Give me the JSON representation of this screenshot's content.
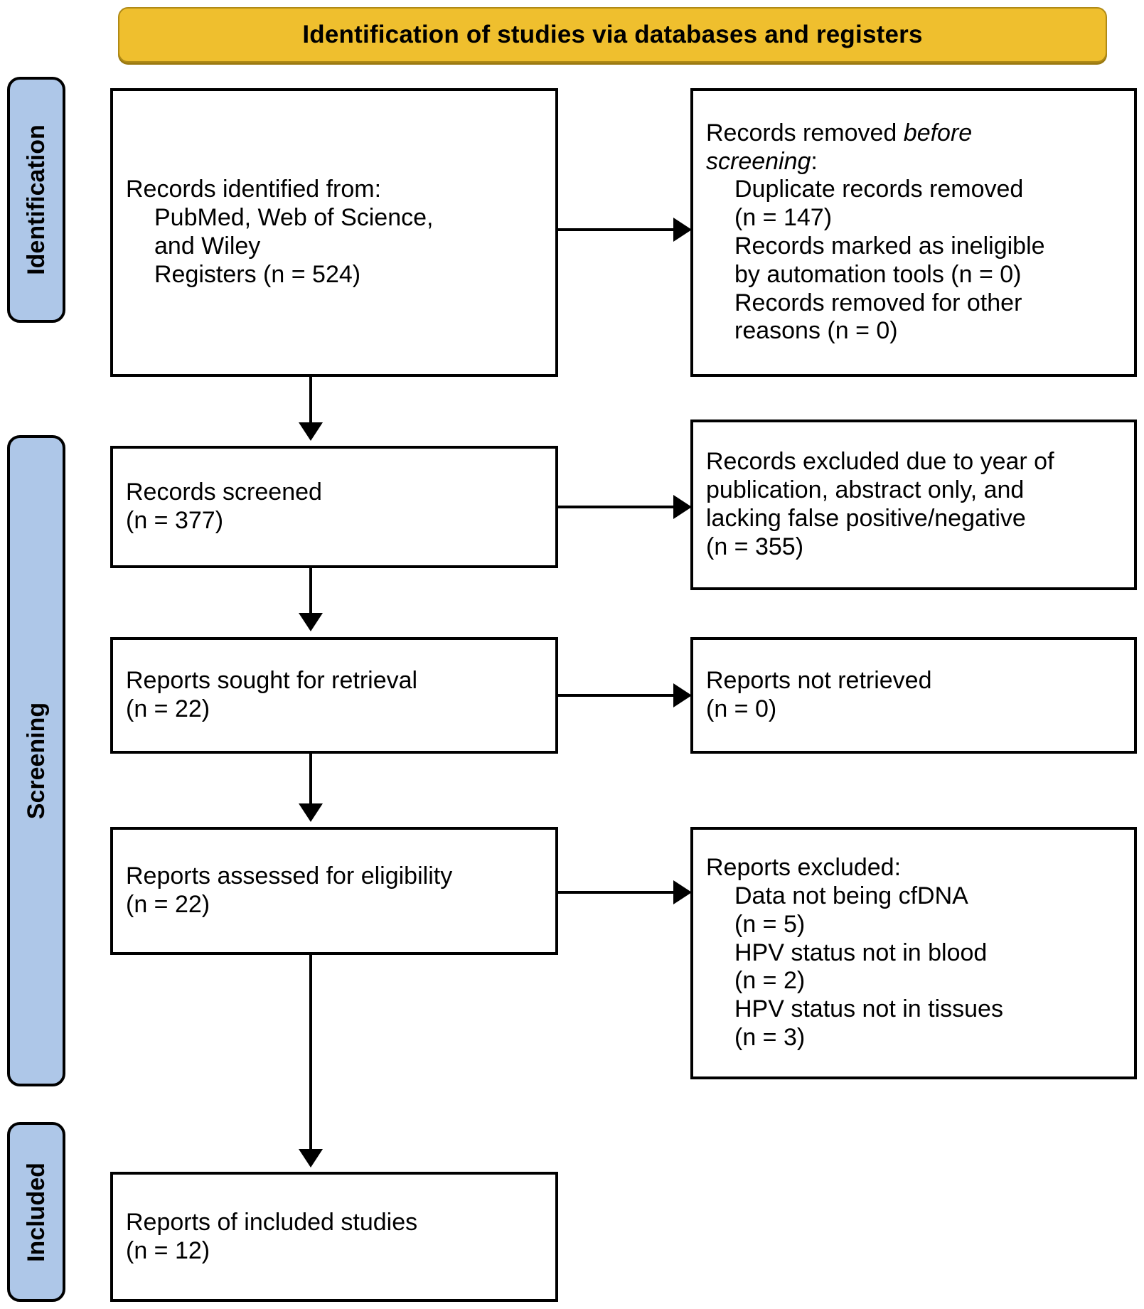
{
  "banner": {
    "title": "Identification of studies via databases and registers"
  },
  "stages": [
    {
      "id": "identification",
      "label": "Identification"
    },
    {
      "id": "screening",
      "label": "Screening"
    },
    {
      "id": "included",
      "label": "Included"
    }
  ],
  "nodes": {
    "records_identified": {
      "lines": [
        {
          "text": "Records identified from:",
          "indent": false
        },
        {
          "text": "PubMed, Web of Science,",
          "indent": true
        },
        {
          "text": "and Wiley",
          "indent": true
        },
        {
          "text": "Registers (n = 524)",
          "indent": true
        }
      ]
    },
    "records_removed": {
      "lines": [
        {
          "text": "Records removed before",
          "indent": false,
          "italic_from": "before"
        },
        {
          "text": "screening:",
          "indent": false,
          "italic_word": "screening"
        },
        {
          "text": "Duplicate records removed",
          "indent": true
        },
        {
          "text": "(n = 147)",
          "indent": true
        },
        {
          "text": "Records marked as ineligible",
          "indent": true
        },
        {
          "text": "by automation tools (n = 0)",
          "indent": true
        },
        {
          "text": "Records removed for other",
          "indent": true
        },
        {
          "text": "reasons (n = 0)",
          "indent": true
        }
      ]
    },
    "records_screened": {
      "lines": [
        {
          "text": "Records screened",
          "indent": false
        },
        {
          "text": "(n = 377)",
          "indent": false
        }
      ]
    },
    "records_excluded": {
      "lines": [
        {
          "text": "Records excluded due to year of",
          "indent": false
        },
        {
          "text": "publication, abstract only, and",
          "indent": false
        },
        {
          "text": "lacking false positive/negative",
          "indent": false
        },
        {
          "text": "(n = 355)",
          "indent": false
        }
      ]
    },
    "reports_sought": {
      "lines": [
        {
          "text": "Reports sought for retrieval",
          "indent": false
        },
        {
          "text": "(n = 22)",
          "indent": false
        }
      ]
    },
    "reports_not_retrieved": {
      "lines": [
        {
          "text": "Reports not retrieved",
          "indent": false
        },
        {
          "text": "(n = 0)",
          "indent": false
        }
      ]
    },
    "reports_assessed": {
      "lines": [
        {
          "text": "Reports assessed for eligibility",
          "indent": false
        },
        {
          "text": "(n = 22)",
          "indent": false
        }
      ]
    },
    "reports_excluded": {
      "lines": [
        {
          "text": "Reports excluded:",
          "indent": false
        },
        {
          "text": "Data not being cfDNA",
          "indent": true
        },
        {
          "text": "(n = 5)",
          "indent": true
        },
        {
          "text": "HPV status not in blood",
          "indent": true
        },
        {
          "text": "(n = 2)",
          "indent": true
        },
        {
          "text": "HPV status not in tissues",
          "indent": true
        },
        {
          "text": "(n = 3)",
          "indent": true
        }
      ]
    },
    "reports_included": {
      "lines": [
        {
          "text": "Reports of included studies",
          "indent": false
        },
        {
          "text": "(n = 12)",
          "indent": false
        }
      ]
    }
  },
  "colors": {
    "banner_fill": "#EFBF2E",
    "banner_border": "#B08A16",
    "stage_fill": "#AEC7E8",
    "stage_border": "#000000",
    "node_border": "#000000",
    "connector": "#000000",
    "background": "#FFFFFF"
  },
  "chart_data": {
    "type": "diagram",
    "title": "Identification of studies via databases and registers",
    "flow": [
      {
        "stage": "Identification",
        "node": "Records identified from: PubMed, Web of Science, and Wiley Registers",
        "n": 524
      },
      {
        "stage": "Identification",
        "node": "Duplicate records removed",
        "n": 147,
        "excluded": true
      },
      {
        "stage": "Identification",
        "node": "Records marked as ineligible by automation tools",
        "n": 0,
        "excluded": true
      },
      {
        "stage": "Identification",
        "node": "Records removed for other reasons",
        "n": 0,
        "excluded": true
      },
      {
        "stage": "Screening",
        "node": "Records screened",
        "n": 377
      },
      {
        "stage": "Screening",
        "node": "Records excluded due to year of publication, abstract only, and lacking false positive/negative",
        "n": 355,
        "excluded": true
      },
      {
        "stage": "Screening",
        "node": "Reports sought for retrieval",
        "n": 22
      },
      {
        "stage": "Screening",
        "node": "Reports not retrieved",
        "n": 0,
        "excluded": true
      },
      {
        "stage": "Screening",
        "node": "Reports assessed for eligibility",
        "n": 22
      },
      {
        "stage": "Screening",
        "node": "Data not being cfDNA",
        "n": 5,
        "excluded": true
      },
      {
        "stage": "Screening",
        "node": "HPV status not in blood",
        "n": 2,
        "excluded": true
      },
      {
        "stage": "Screening",
        "node": "HPV status not in tissues",
        "n": 3,
        "excluded": true
      },
      {
        "stage": "Included",
        "node": "Reports of included studies",
        "n": 12
      }
    ]
  }
}
